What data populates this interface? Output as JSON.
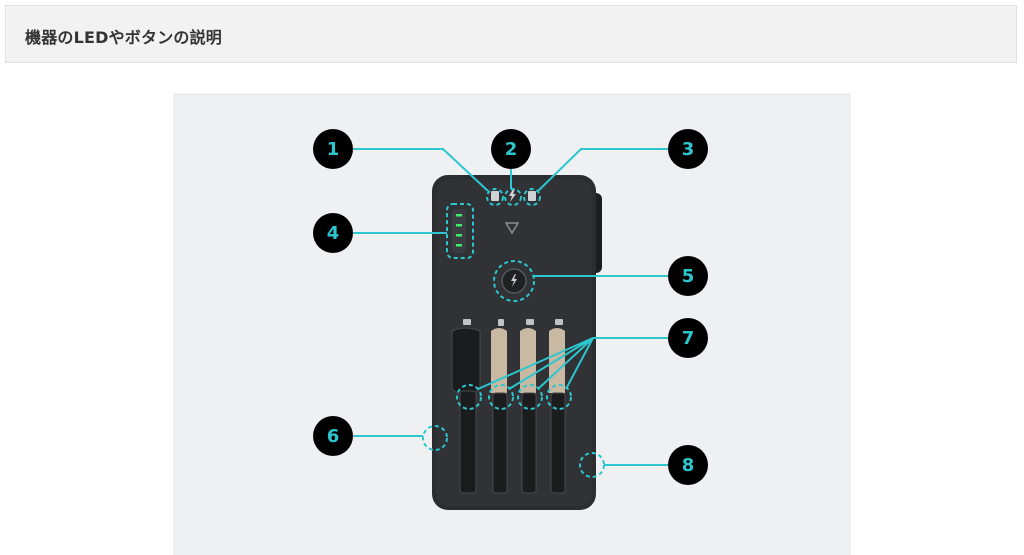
{
  "section": {
    "title": "機器のLEDやボタンの説明"
  },
  "diagram": {
    "accent_color": "#2cc6cf",
    "device_color": "#2b2d30",
    "callouts": [
      "1",
      "2",
      "3",
      "4",
      "5",
      "6",
      "7",
      "8"
    ],
    "icons": [
      "battery-led-icon",
      "lightning-led-icon",
      "status-led-icon",
      "power-level-leds-icon",
      "wireless-charge-button-icon"
    ]
  }
}
